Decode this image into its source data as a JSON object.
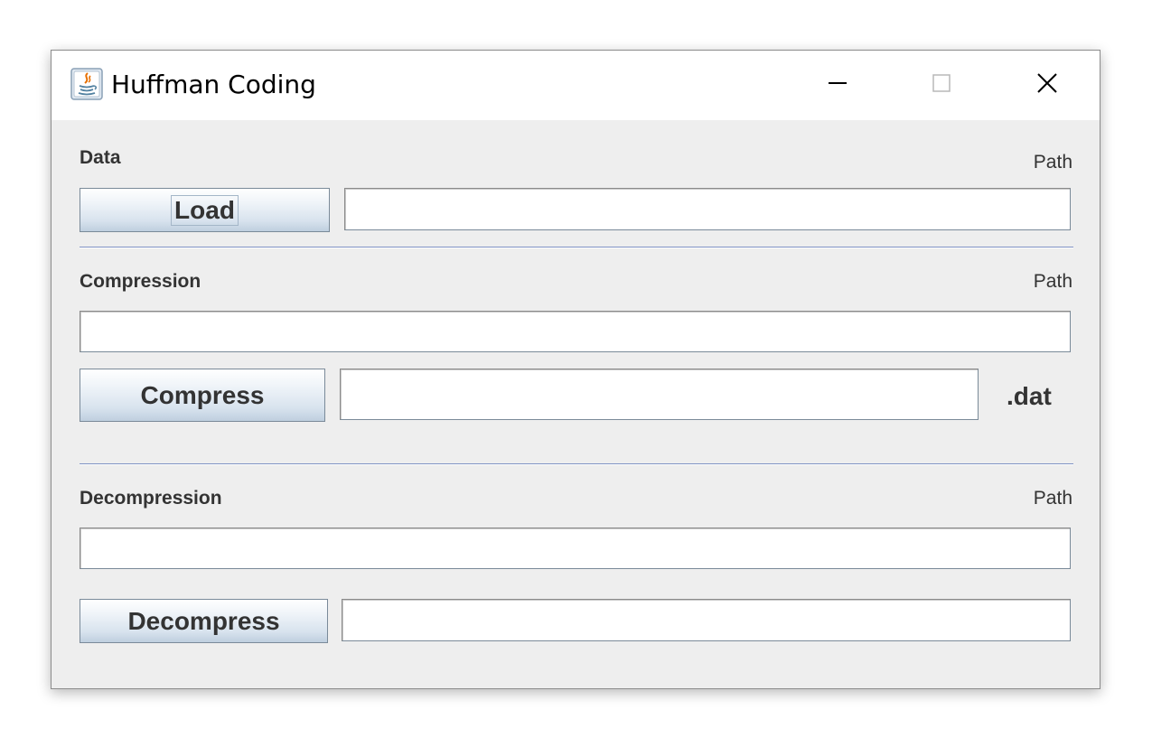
{
  "window": {
    "title": "Huffman Coding",
    "controls": [
      "minimize",
      "maximize",
      "close"
    ]
  },
  "data_section": {
    "label": "Data",
    "path_label": "Path",
    "load_button": "Load",
    "path_value": ""
  },
  "compression_section": {
    "label": "Compression",
    "path_label": "Path",
    "path_value": "",
    "compress_button": "Compress",
    "output_name_value": "",
    "suffix": ".dat"
  },
  "decompression_section": {
    "label": "Decompression",
    "path_label": "Path",
    "path_value": "",
    "decompress_button": "Decompress",
    "output_value": ""
  },
  "colors": {
    "window_bg": "#eeeeee",
    "titlebar_bg": "#ffffff",
    "separator": "#7f92c4",
    "label_text": "#333333"
  }
}
